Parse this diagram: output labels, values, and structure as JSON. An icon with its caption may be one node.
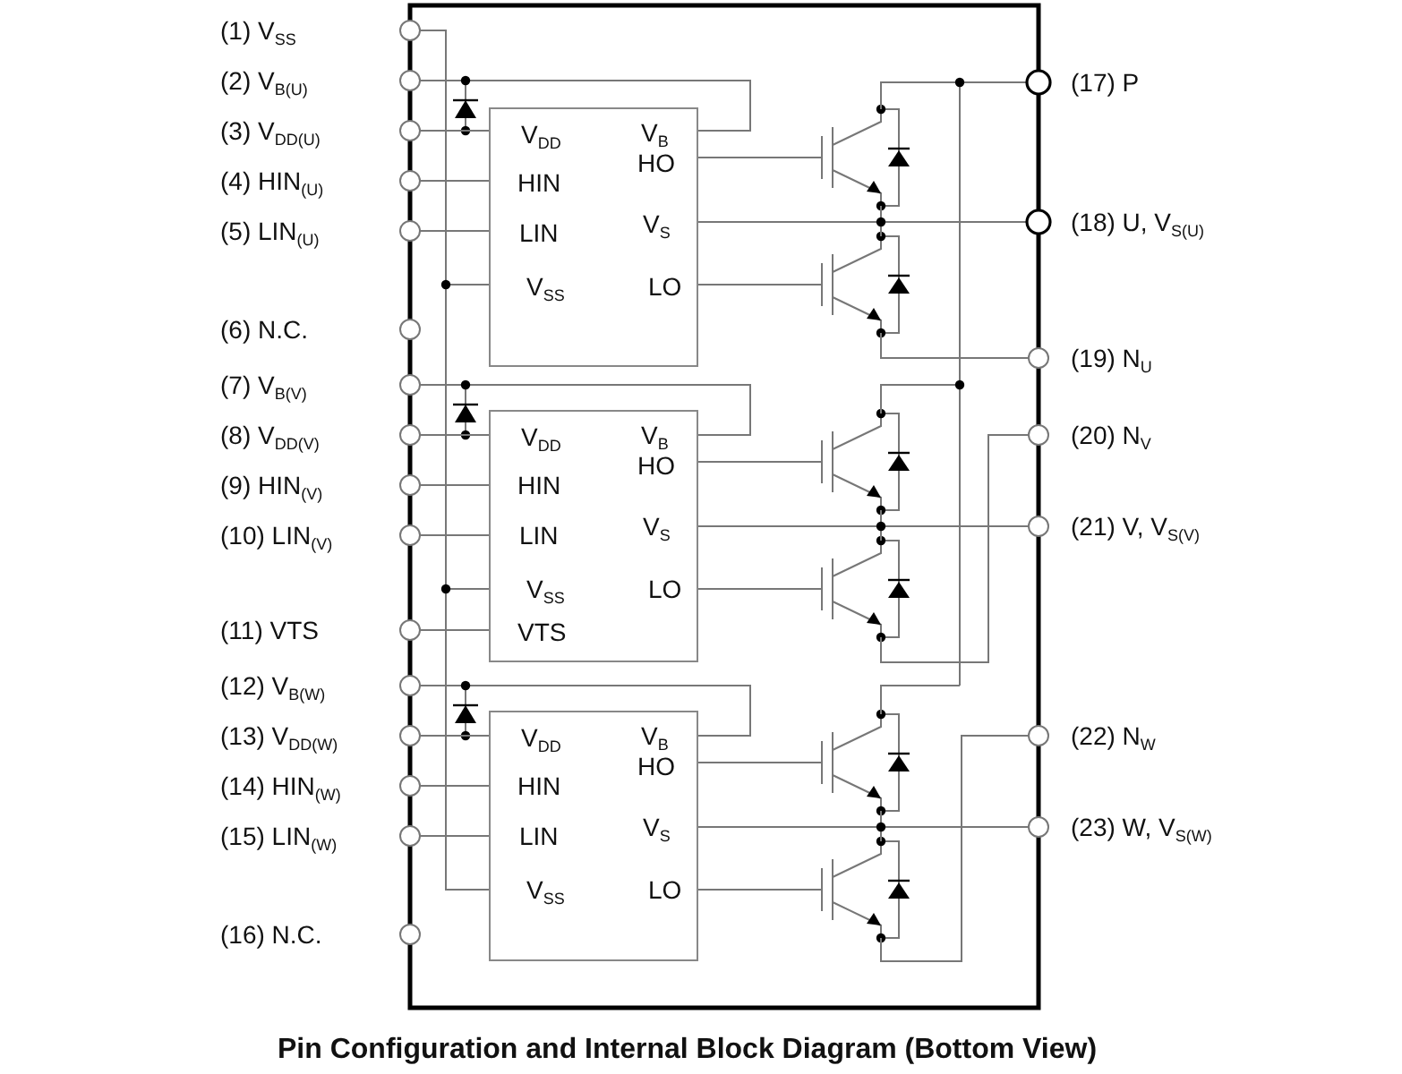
{
  "diagram": {
    "caption": "Pin Configuration and Internal Block Diagram (Bottom View)",
    "nodes": [
      {
        "text": [
          "V$_{DD}$",
          "V$_{B}$",
          "HO",
          "HIN",
          "LIN",
          "V$_{S}$",
          "V$_{SS}$",
          "LO"
        ]
      },
      {
        "text": [
          "V$_{DD}$",
          "V$_{B}$",
          "HO",
          "HIN",
          "LIN",
          "V$_{S}$",
          "V$_{SS}$",
          "LO",
          "VTS"
        ]
      },
      {
        "text": [
          "V$_{DD}$",
          "V$_{B}$",
          "HO",
          "HIN",
          "LIN",
          "V$_{S}$",
          "V$_{SS}$",
          "LO"
        ]
      }
    ],
    "edges": [],
    "labels": [
      "(1) V$_{SS}$",
      "(2) V$_{B(U)}$",
      "(3) V$_{DD(U)}$",
      "(4) HIN$_{(U)}$",
      "(5) LIN$_{(U)}$",
      "(6) N.C.",
      "(7) V$_{B(V)}$",
      "(8) V$_{DD(V)}$",
      "(9) HIN$_{(V)}$",
      "(10) LIN$_{(V)}$",
      "(11) VTS",
      "(12) V$_{B(W)}$",
      "(13) V$_{DD(W)}$",
      "(14) HIN$_{(W)}$",
      "(15) LIN$_{(W)}$",
      "(16) N.C.",
      "(17) P",
      "(18) U, V$_{S(U)}$",
      "(19) N$_{U}$",
      "(20) N$_{V}$",
      "(21) V, V$_{S(V)}$",
      "(22) N$_{W}$",
      "(23) W, V$_{S(W)}$"
    ]
  }
}
